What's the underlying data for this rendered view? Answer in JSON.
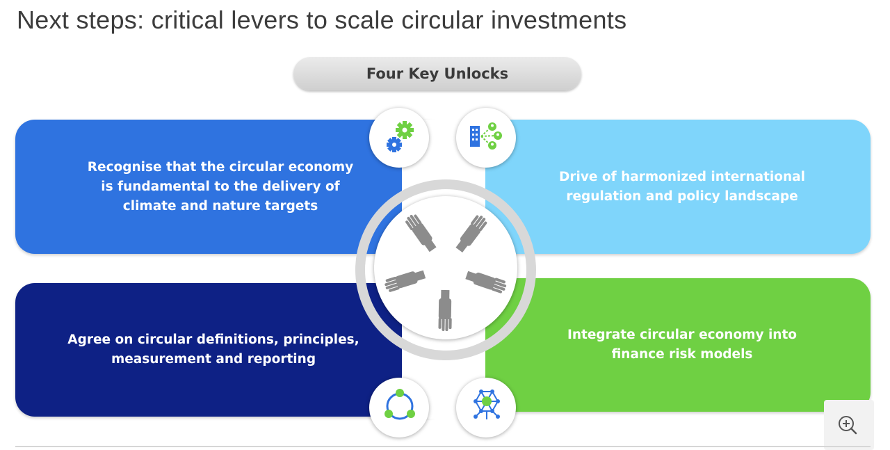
{
  "title": "Next steps: critical levers to scale circular investments",
  "unlocks_label": "Four Key Unlocks",
  "cards": [
    {
      "text": "Recognise that the circular economy is fundamental to the delivery of climate and nature targets",
      "color": "#2f73e0",
      "icon": "gears-icon"
    },
    {
      "text": "Drive of harmonized international regulation and policy landscape",
      "color": "#7fd5fb",
      "icon": "building-network-icon"
    },
    {
      "text": "Agree on circular definitions, principles, measurement and reporting",
      "color": "#0e2185",
      "icon": "cycle-icon"
    },
    {
      "text": "Integrate circular economy into finance risk models",
      "color": "#6fd043",
      "icon": "network-gear-icon"
    }
  ],
  "center_icon": "hands-together-icon",
  "zoom_icon": "zoom-in-icon"
}
